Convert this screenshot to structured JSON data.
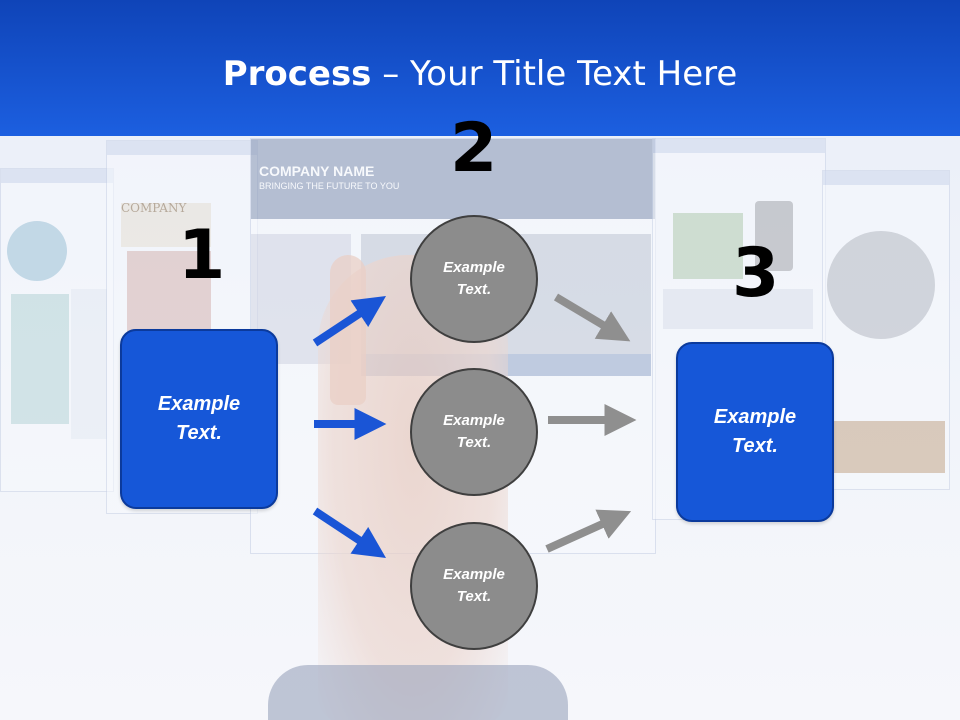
{
  "title": {
    "bold": "Process",
    "rest": " – Your Title Text Here"
  },
  "steps": {
    "one": {
      "number": "1",
      "text": "Example\nText."
    },
    "two": {
      "number": "2"
    },
    "three": {
      "number": "3",
      "text": "Example\nText."
    }
  },
  "circles": [
    {
      "text": "Example\nText."
    },
    {
      "text": "Example\nText."
    },
    {
      "text": "Example\nText."
    }
  ],
  "colors": {
    "header": "#1a55d6",
    "box": "#1657d8",
    "circle": "#8c8c8c",
    "blue_arrow": "#1a55d6",
    "gray_arrow": "#8f8f8f"
  },
  "background": {
    "center_site": {
      "brand": "COMPANY NAME",
      "tagline": "BRINGING THE FUTURE TO YOU"
    },
    "left_site": {
      "brand": "COMPANY"
    }
  }
}
